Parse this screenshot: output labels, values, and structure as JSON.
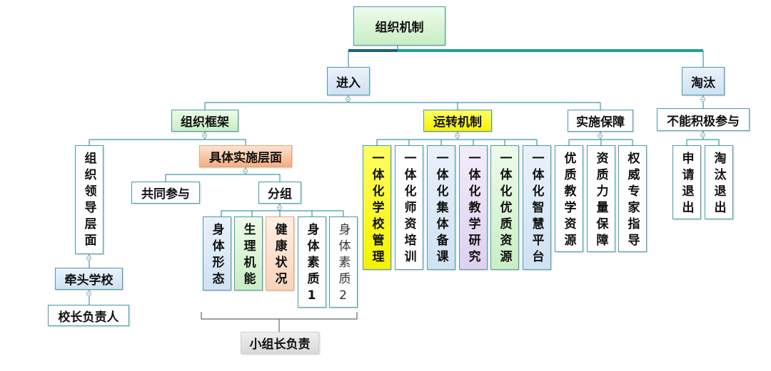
{
  "nodes": {
    "root": "组织机制",
    "enter": "进入",
    "eliminate": "淘汰",
    "org_framework": "组织框架",
    "operation": "运转机制",
    "guarantee": "实施保障",
    "not_active": "不能积极参与",
    "leadership": "组织领导层面",
    "implementation": "具体实施层面",
    "lead_school": "牵头学校",
    "principal": "校长负责人",
    "joint": "共同参与",
    "grouping": "分组",
    "group_leader": "小组长负责",
    "groups": [
      "身体形态",
      "生理机能",
      "健康状况",
      "身体素质1",
      "身体素质2"
    ],
    "ops": [
      "一体化学校管理",
      "一体化师资培训",
      "一体化集体备课",
      "一体化教学研究",
      "一体化优质资源",
      "一体化智慧平台"
    ],
    "guarantees": [
      "优质教学资源",
      "资质力量保障",
      "权威专家指导"
    ],
    "exits": [
      "申请退出",
      "淘汰退出"
    ]
  },
  "colors": {
    "connector": "#3a9aa8",
    "main_bar": "#1aa39a",
    "highlight_yellow": "#ffff33",
    "highlight_orange": "#f3b083"
  }
}
